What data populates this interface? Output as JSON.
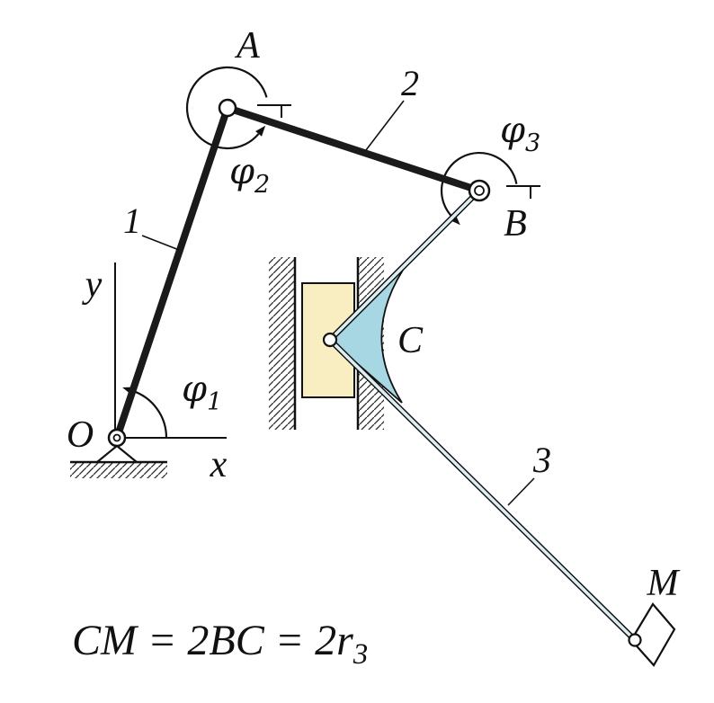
{
  "labels": {
    "point_O": "O",
    "point_A": "A",
    "point_B": "B",
    "point_C": "C",
    "point_M": "M",
    "axis_x": "x",
    "axis_y": "y",
    "link_1": "1",
    "link_2": "2",
    "link_3": "3"
  },
  "angles": {
    "phi1": {
      "base": "φ",
      "sub": "1"
    },
    "phi2": {
      "base": "φ",
      "sub": "2"
    },
    "phi3": {
      "base": "φ",
      "sub": "3"
    }
  },
  "equation": {
    "main": "CM = 2BC = 2r",
    "sub": "3"
  },
  "colors": {
    "link_stroke": "#1a1a1a",
    "rod_fill": "#dceef1",
    "slider_block": "#f9edc2",
    "wedge": "#a6d7e2",
    "hatch": "#2a2a2a",
    "background": "#ffffff"
  }
}
